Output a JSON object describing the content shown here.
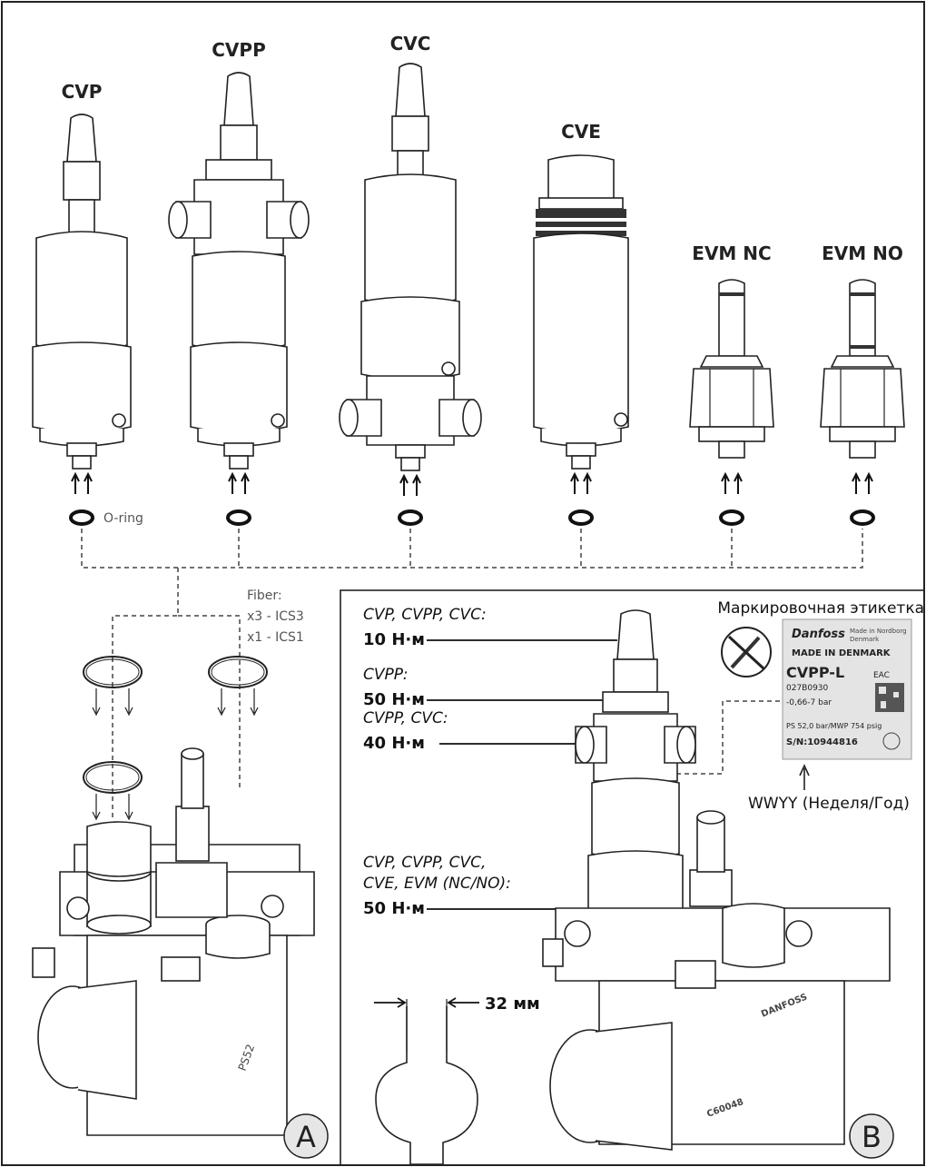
{
  "valves": [
    {
      "label": "CVP"
    },
    {
      "label": "CVPP"
    },
    {
      "label": "CVC"
    },
    {
      "label": "CVE"
    },
    {
      "label": "EVM NC"
    },
    {
      "label": "EVM NO"
    }
  ],
  "oring_label": "O-ring",
  "fiber": {
    "title": "Fiber:",
    "line1": "x3 - ICS3",
    "line2": "x1 - ICS1"
  },
  "panel_a": {
    "letter": "A"
  },
  "panel_b": {
    "letter": "B",
    "label_title": "Маркировочная этикетка",
    "torques": [
      {
        "models": "CVP, CVPP, CVC:",
        "value": "10 Н·м"
      },
      {
        "models": "CVPP:",
        "value": "50 Н·м"
      },
      {
        "models": "CVPP, CVC:",
        "value": "40 Н·м"
      },
      {
        "models_line1": "CVP, CVPP, CVC,",
        "models_line2": "CVE, EVM (NC/NO):",
        "value": "50 Н·м"
      }
    ],
    "wrench_size": "32 мм",
    "date_code": "WWYY (Неделя/Год)"
  },
  "nameplate": {
    "brand": "Danfoss",
    "tagline1": "Made in Nordborg",
    "tagline2": "Denmark",
    "made_in": "MADE IN DENMARK",
    "model": "CVPP-L",
    "eac": "EAC",
    "code": "027B0930",
    "range": "-0,66-7 bar",
    "ps": "PS 52,0 bar/MWP 754 psig",
    "sn": "S/N:10944816"
  },
  "body_marks": {
    "a_code": "PS52",
    "b_code": "C60048",
    "b_brand": "DANFOSS"
  }
}
